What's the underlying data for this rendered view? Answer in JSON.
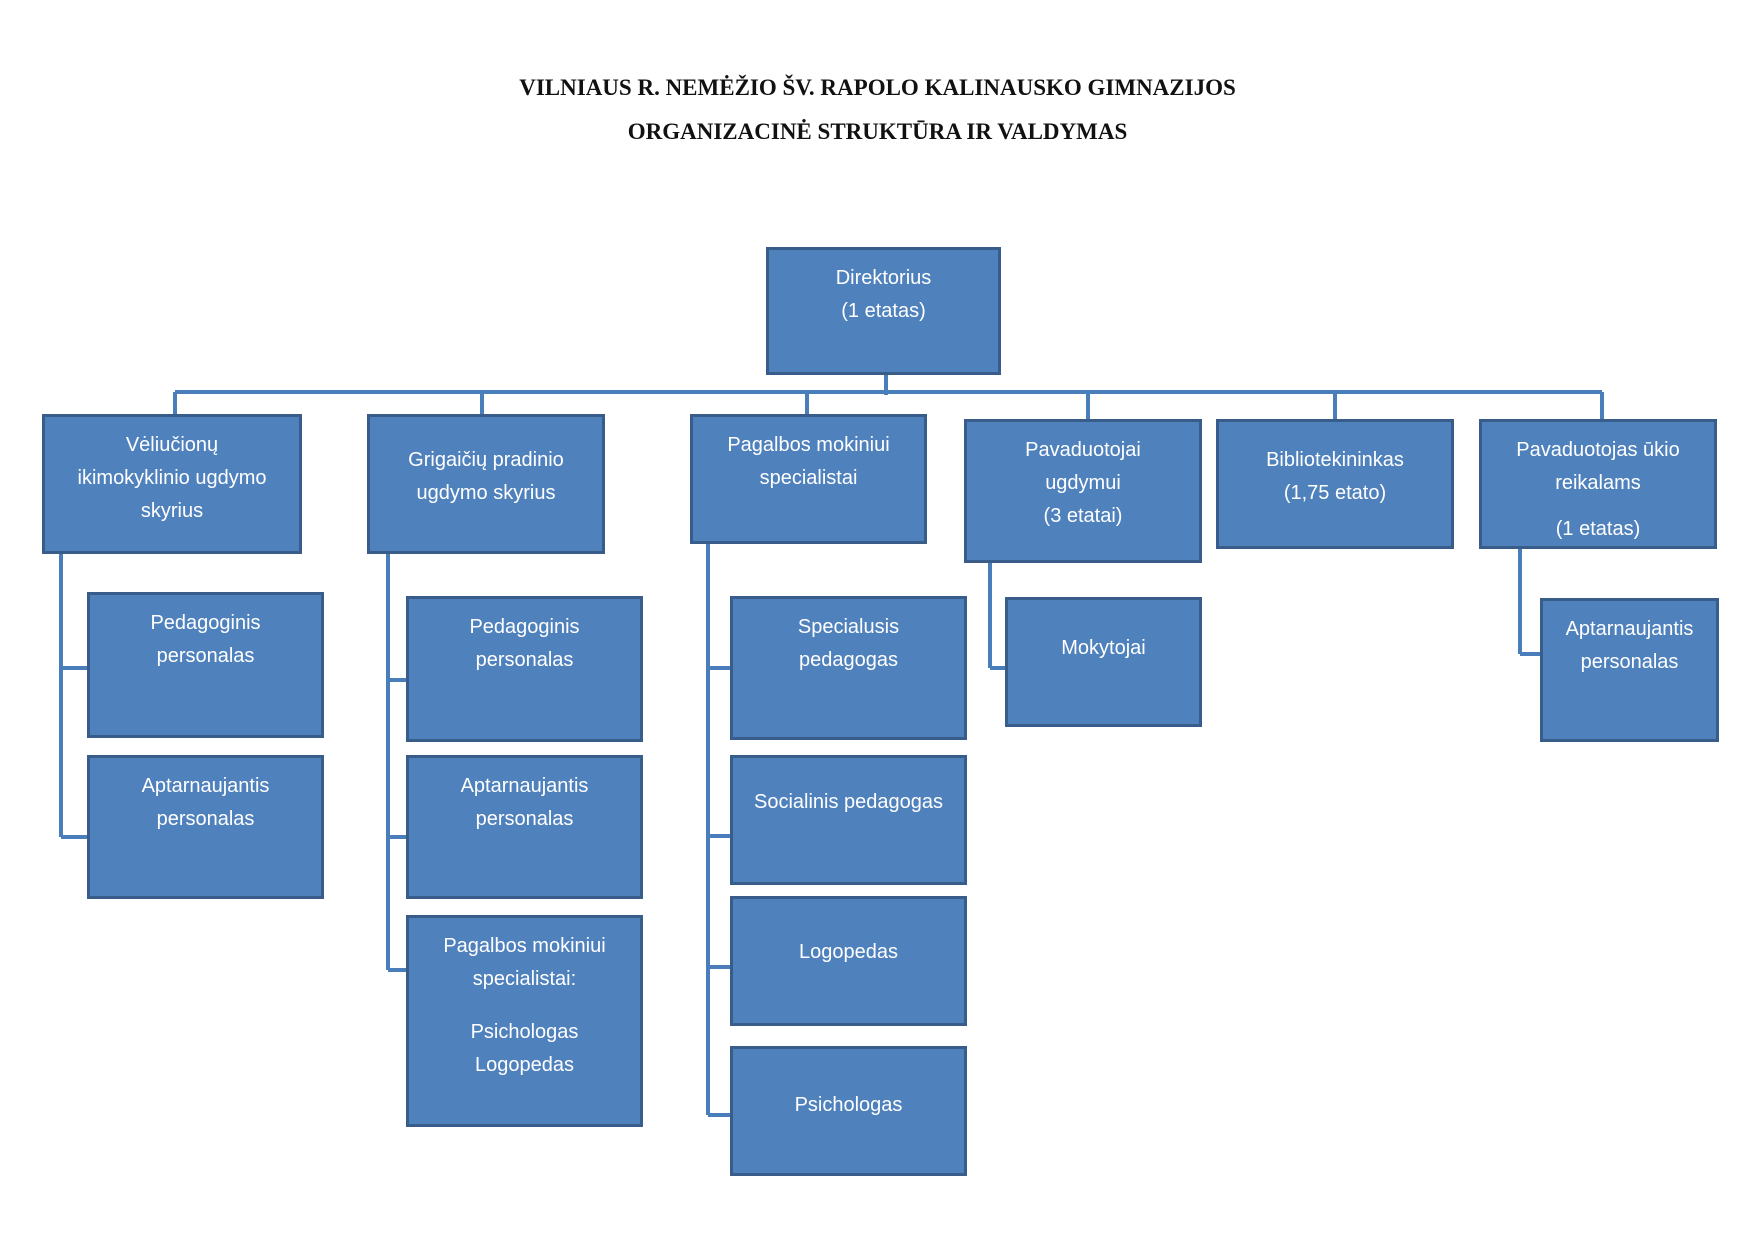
{
  "title": {
    "line1": "VILNIAUS R. NEMĖŽIO ŠV. RAPOLO KALINAUSKO GIMNAZIJOS",
    "line2": "ORGANIZACINĖ STRUKTŪRA IR VALDYMAS"
  },
  "colors": {
    "box_fill": "#4f81bd",
    "box_border": "#385d8a",
    "connector": "#4a7ebb",
    "box_text": "#ffffff"
  },
  "director": {
    "lines": [
      "Direktorius",
      "(1 etatas)"
    ]
  },
  "departments": [
    {
      "lines": [
        "Vėliučionų",
        "ikimokyklinio ugdymo",
        "skyrius"
      ],
      "children": [
        {
          "lines": [
            "Pedagoginis",
            "personalas"
          ]
        },
        {
          "lines": [
            "Aptarnaujantis",
            "personalas"
          ]
        }
      ]
    },
    {
      "lines": [
        "Grigaičių pradinio",
        "ugdymo skyrius"
      ],
      "children": [
        {
          "lines": [
            "Pedagoginis",
            "personalas"
          ]
        },
        {
          "lines": [
            "Aptarnaujantis",
            "personalas"
          ]
        },
        {
          "lines": [
            "Pagalbos mokiniui",
            "specialistai:",
            "",
            "Psichologas",
            "Logopedas"
          ]
        }
      ]
    },
    {
      "lines": [
        "Pagalbos mokiniui",
        "specialistai"
      ],
      "children": [
        {
          "lines": [
            "Specialusis",
            "pedagogas"
          ]
        },
        {
          "lines": [
            "Socialinis pedagogas"
          ]
        },
        {
          "lines": [
            "Logopedas"
          ]
        },
        {
          "lines": [
            "Psichologas"
          ]
        }
      ]
    },
    {
      "lines": [
        "Pavaduotojai",
        "ugdymui",
        "(3 etatai)"
      ],
      "children": [
        {
          "lines": [
            "Mokytojai"
          ]
        }
      ]
    },
    {
      "lines": [
        "Bibliotekininkas",
        "(1,75 etato)"
      ],
      "children": []
    },
    {
      "lines": [
        "Pavaduotojas ūkio",
        "reikalams",
        "",
        "(1 etatas)"
      ],
      "children": [
        {
          "lines": [
            "Aptarnaujantis",
            "personalas"
          ]
        }
      ]
    }
  ]
}
